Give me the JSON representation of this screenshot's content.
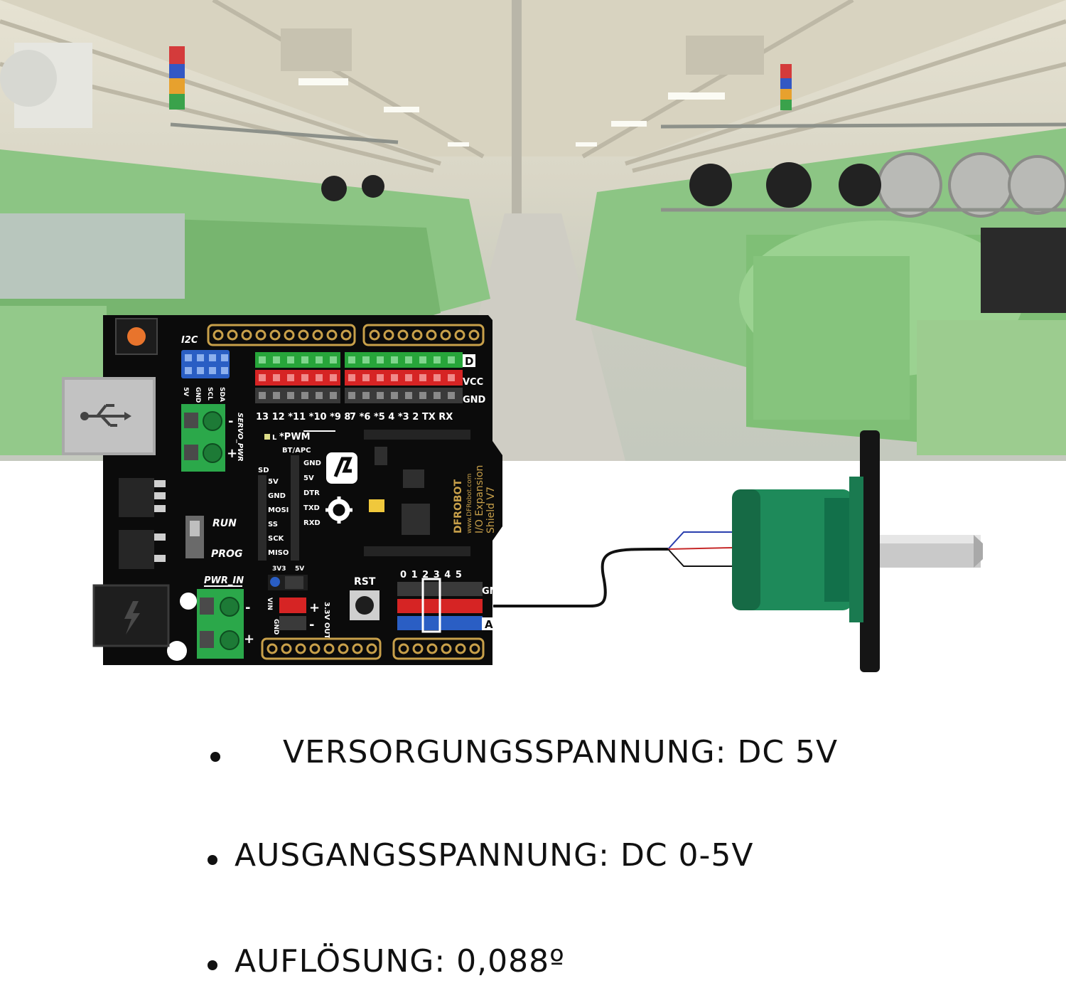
{
  "board": {
    "label_i2c": "I2C",
    "i2c_pins": [
      "5V",
      "GND",
      "SCL",
      "SDA"
    ],
    "label_d": "D",
    "label_vcc": "VCC",
    "label_gnd": "GND",
    "digital_pins": "13 12 *11 *10 *9 8",
    "digital_pins_2": "7 *6 *5 4 *3 2 TX RX",
    "label_pwm": "*PWM",
    "label_l": "L",
    "label_servo_pwr": "SERVO_PWR",
    "label_bt_apc": "BT/APC",
    "bt_pins": [
      "GND",
      "5V",
      "DTR",
      "TXD",
      "RXD"
    ],
    "sd_label": "SD",
    "sd_pins": [
      "5V",
      "GND",
      "MOSI",
      "SS",
      "SCK",
      "MISO"
    ],
    "label_run": "RUN",
    "label_prog": "PROG",
    "label_pwr_in": "PWR_IN",
    "label_3v3": "3V3",
    "label_5v": "5V",
    "label_vin": "VIN",
    "label_gnd_side": "GND",
    "label_out": "3.3V OUT",
    "label_rst": "RST",
    "analog_pins": "0 1 2 3 4 5",
    "label_gnd_a": "GND",
    "label_a": "A",
    "brand": "DFROBOT",
    "brand_sub": "www.DFRobot.com",
    "product_1": "I/O Expansion",
    "product_2": "Shield V7"
  },
  "specs": [
    {
      "text": "VERSORGUNGSSPANNUNG: DC 5V"
    },
    {
      "text": "AUSGANGSSPANNUNG: DC 0-5V"
    },
    {
      "text": "AUFLÖSUNG: 0,088º"
    }
  ],
  "colors": {
    "pcb": "#0b0b0b",
    "header_green": "#27a53a",
    "header_red": "#d62424",
    "header_black": "#3a3a3a",
    "header_blue": "#2a5ec4",
    "header_gold": "#c8a04a",
    "terminal_green": "#2ba84a",
    "encoder_green": "#1e8a5a",
    "text": "#111111"
  }
}
